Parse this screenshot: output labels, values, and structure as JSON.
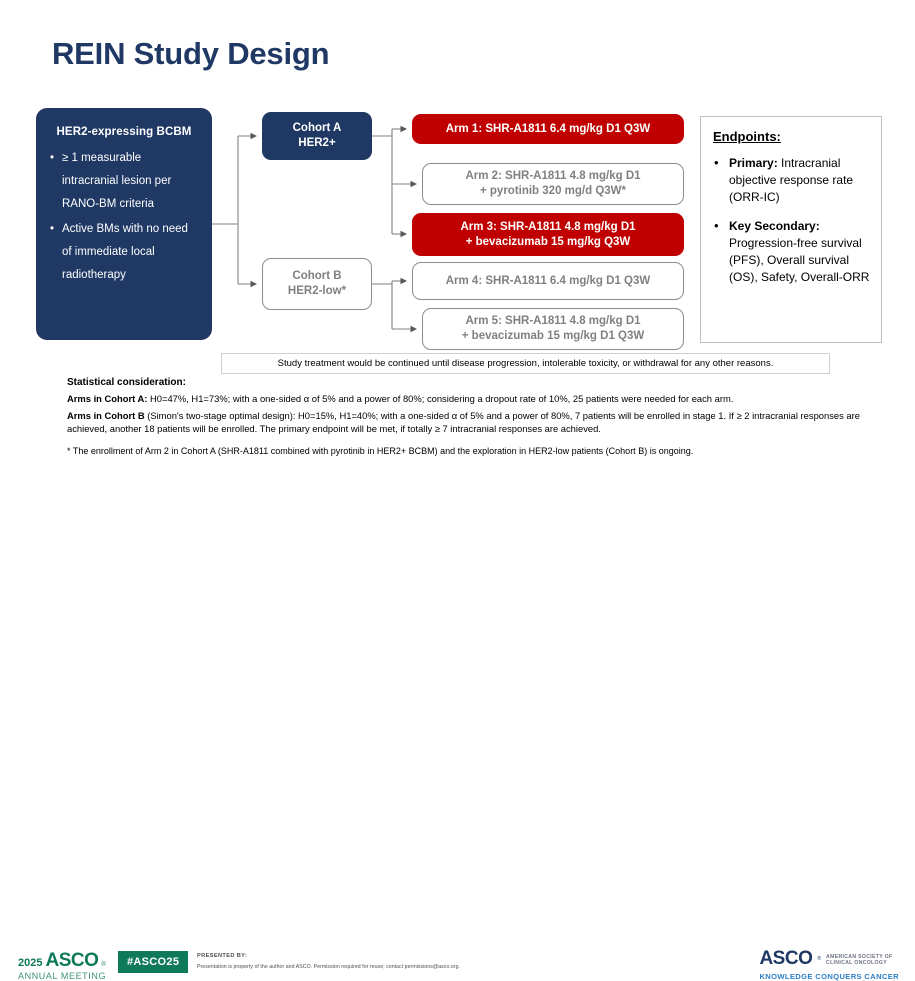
{
  "slide": {
    "title": "REIN Study Design"
  },
  "population": {
    "heading": "HER2-expressing BCBM",
    "bullet_char": "•",
    "items": [
      "≥ 1 measurable intracranial lesion per RANO-BM criteria",
      "Active BMs with no need of immediate local radiotherapy"
    ]
  },
  "cohorts": [
    {
      "id": "cohort-a",
      "line1": "Cohort A",
      "line2": "HER2+",
      "style": "navy"
    },
    {
      "id": "cohort-b",
      "line1": "Cohort B",
      "line2": "HER2-low*",
      "style": "outline"
    }
  ],
  "arms": [
    {
      "id": "arm-1",
      "text": "Arm 1: SHR-A1811 6.4 mg/kg D1 Q3W",
      "style": "red",
      "cohort": "A"
    },
    {
      "id": "arm-2",
      "line1": "Arm 2: SHR-A1811 4.8 mg/kg D1",
      "line2": "+ pyrotinib 320 mg/d Q3W*",
      "style": "outline",
      "cohort": "A"
    },
    {
      "id": "arm-3",
      "line1": "Arm 3: SHR-A1811 4.8 mg/kg D1",
      "line2": "+ bevacizumab 15 mg/kg Q3W",
      "style": "red",
      "cohort": "A"
    },
    {
      "id": "arm-4",
      "text": "Arm 4: SHR-A1811 6.4 mg/kg D1 Q3W",
      "style": "outline",
      "cohort": "B"
    },
    {
      "id": "arm-5",
      "line1": "Arm 5: SHR-A1811 4.8 mg/kg D1",
      "line2": "+ bevacizumab 15 mg/kg D1 Q3W",
      "style": "outline",
      "cohort": "B"
    }
  ],
  "endpoints": {
    "title": "Endpoints:",
    "bullet_char": "•",
    "items": [
      {
        "label": "Primary:",
        "text": " Intracranial objective response rate (ORR-IC)"
      },
      {
        "label": "Key Secondary:",
        "text": " Progression-free survival (PFS), Overall survival (OS), Safety, Overall-ORR"
      }
    ]
  },
  "continuation_bar": {
    "text": "Study treatment would be continued until disease progression, intolerable toxicity, or withdrawal for any other reasons."
  },
  "statistics": {
    "heading": "Statistical consideration:",
    "cohort_a_label": "Arms in Cohort A:",
    "cohort_a_text": " H0=47%, H1=73%; with a one-sided α of 5% and a power of 80%; considering a dropout rate of 10%, 25 patients were needed for each arm.",
    "cohort_b_label": "Arms in Cohort B",
    "cohort_b_text": " (Simon's two-stage optimal design): H0=15%, H1=40%; with a one-sided α of 5% and a power of 80%, 7 patients will be enrolled in stage 1. If ≥ 2 intracranial responses are achieved, another 18 patients will be enrolled. The primary endpoint will be met, if totally ≥ 7 intracranial responses are achieved."
  },
  "footnote": {
    "text": "* The enrollment of Arm 2 in Cohort A (SHR-A1811 combined with pyrotinib in HER2+ BCBM) and the exploration in HER2-low patients (Cohort B) is ongoing."
  },
  "footer": {
    "asco_year": "2025",
    "asco_word": "ASCO",
    "asco_reg": "®",
    "asco_meeting": "ANNUAL MEETING",
    "hashtag": "#ASCO25",
    "presented_by": "PRESENTED BY:",
    "permission": "Presentation is property of the author and ASCO. Permission required for reuse; contact permissions@asco.org.",
    "right_word": "ASCO",
    "right_sup": "®",
    "right_society_line1": "AMERICAN SOCIETY OF",
    "right_society_line2": "CLINICAL ONCOLOGY",
    "right_tagline": "KNOWLEDGE CONQUERS CANCER"
  },
  "colors": {
    "navy": "#1f3864",
    "red": "#c00000",
    "gray_text": "#808080",
    "green": "#0f7a5a",
    "blue_tag": "#2e7fc4"
  }
}
